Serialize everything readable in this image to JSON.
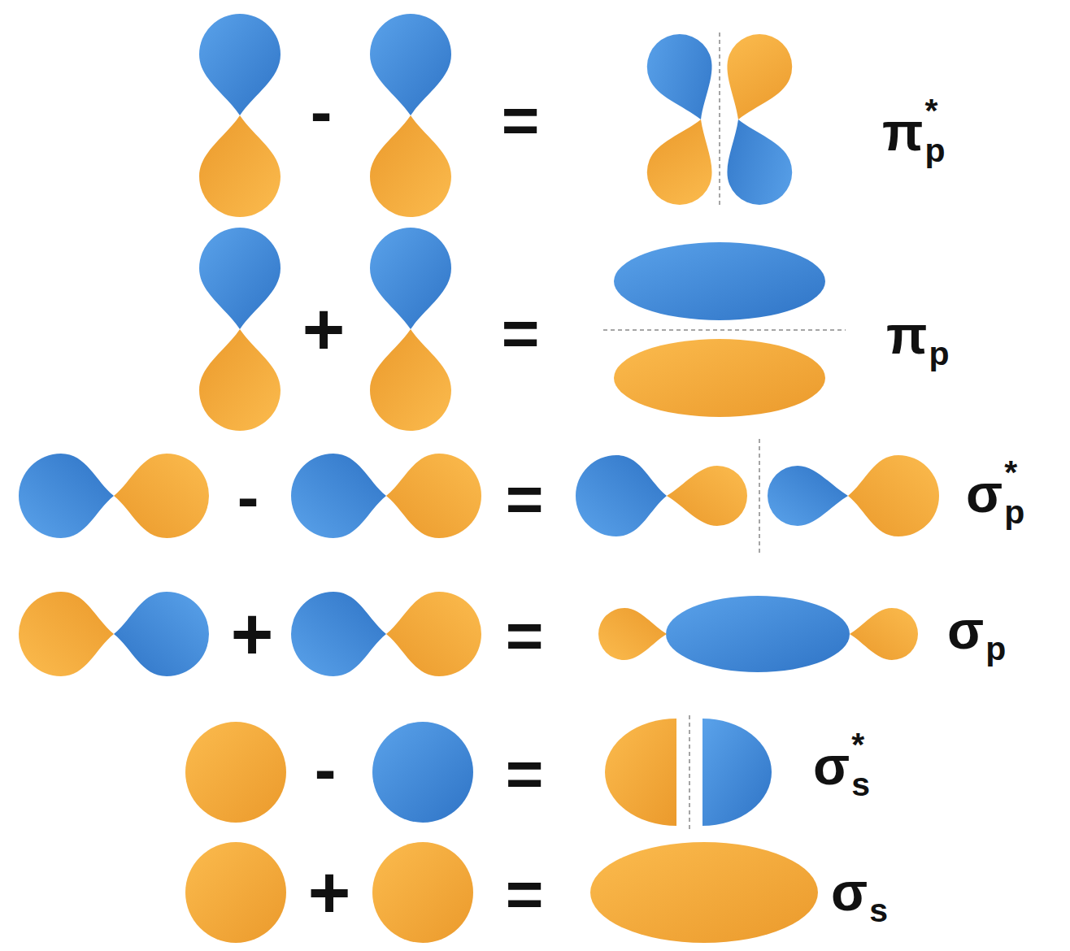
{
  "diagram": {
    "labels": [
      "-",
      "=",
      "π",
      "p",
      "*",
      "+",
      "=",
      "π",
      "p",
      "-",
      "=",
      "σ",
      "p",
      "*",
      "+",
      "=",
      "σ",
      "p",
      "-",
      "=",
      "σ",
      "s",
      "*",
      "+",
      "=",
      "σ",
      "s"
    ]
  }
}
